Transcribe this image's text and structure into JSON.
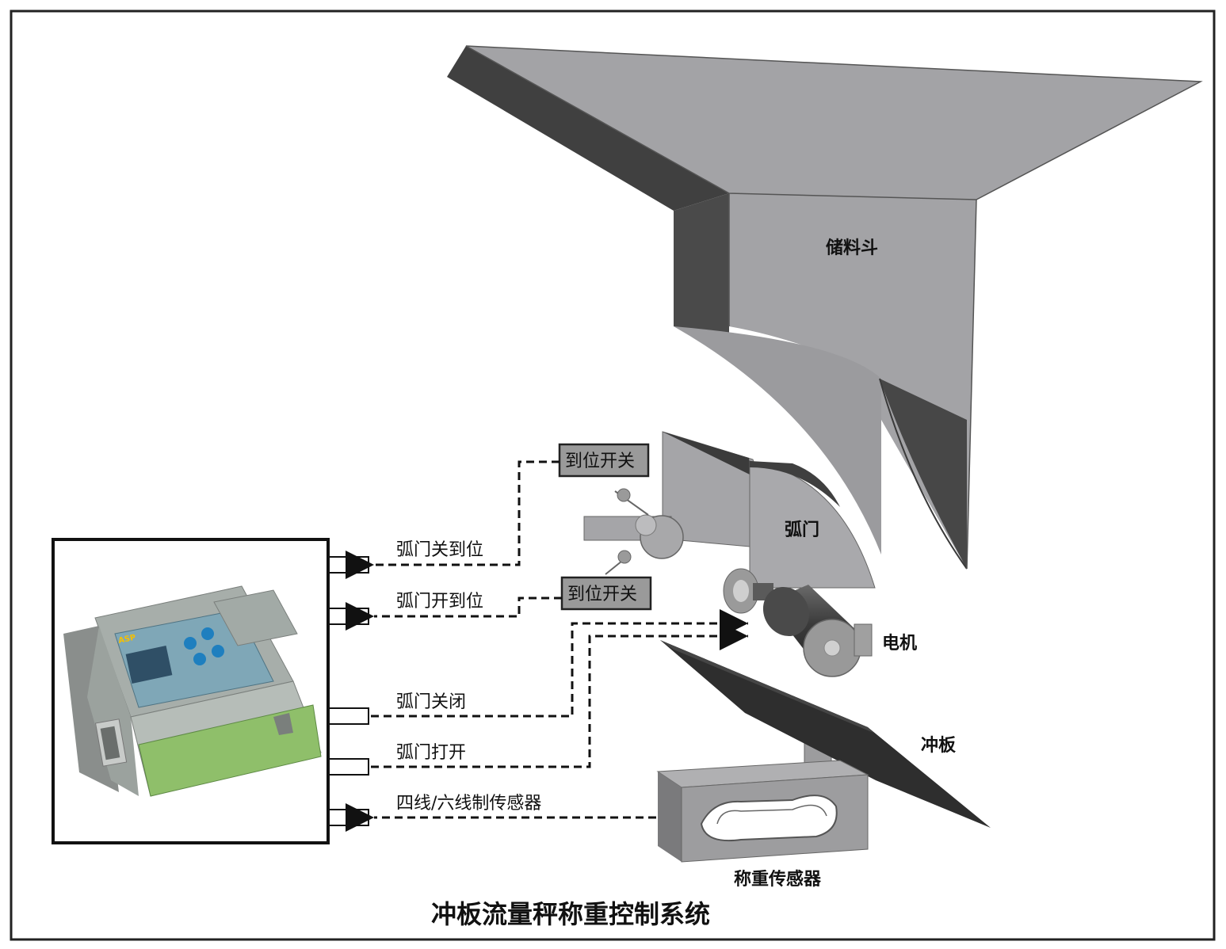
{
  "title": "冲板流量秤称重控制系统",
  "components": {
    "hopper": "储料斗",
    "arc_gate": "弧门",
    "motor": "电机",
    "impact_plate": "冲板",
    "load_cell": "称重传感器",
    "limit_switch_top": "到位开关",
    "limit_switch_bottom": "到位开关"
  },
  "signals": {
    "gate_closed_in_position": "弧门关到位",
    "gate_open_in_position": "弧门开到位",
    "gate_close_cmd": "弧门关闭",
    "gate_open_cmd": "弧门打开",
    "sensor_input": "四线/六线制传感器"
  },
  "controller": {
    "brand": "ASP"
  },
  "colors": {
    "hopper_light": "#a3a3a6",
    "hopper_dark": "#404040",
    "switch_box": "#9a9a9a",
    "terminal_green": "#8fbf6a"
  }
}
